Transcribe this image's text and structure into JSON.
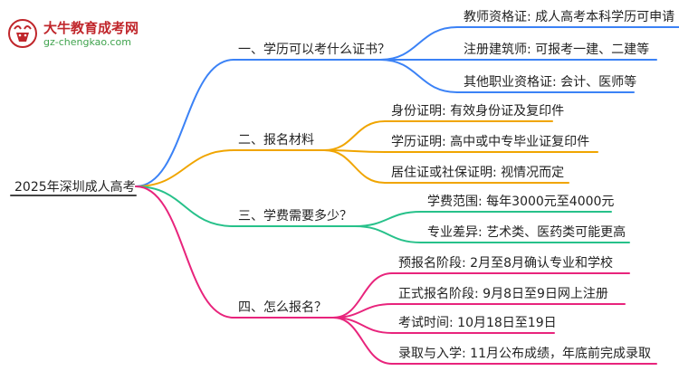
{
  "logo": {
    "name": "大牛教育成考网",
    "url": "gz-chengkao.com"
  },
  "root": "2025年深圳成人高考",
  "colors": {
    "branch1": "#3b82f6",
    "branch2": "#f0a500",
    "branch3": "#27c18a",
    "branch4": "#e8247c",
    "logo_red": "#c0262b",
    "logo_green": "#3fa34d"
  },
  "branches": [
    {
      "label": "一、学历可以考什么证书？",
      "leaves": [
        "教师资格证: 成人高考本科学历可申请",
        "注册建筑师: 可报考一建、二建等",
        "其他职业资格证: 会计、医师等"
      ]
    },
    {
      "label": "二、报名材料",
      "leaves": [
        "身份证明: 有效身份证及复印件",
        "学历证明: 高中或中专毕业证复印件",
        "居住证或社保证明: 视情况而定"
      ]
    },
    {
      "label": "三、学费需要多少？",
      "leaves": [
        "学费范围: 每年3000元至4000元",
        "专业差异: 艺术类、医药类可能更高"
      ]
    },
    {
      "label": "四、怎么报名？",
      "leaves": [
        "预报名阶段: 2月至8月确认专业和学校",
        "正式报名阶段: 9月8日至9日网上注册",
        "考试时间: 10月18日至19日",
        "录取与入学: 11月公布成绩，年底前完成录取"
      ]
    }
  ]
}
